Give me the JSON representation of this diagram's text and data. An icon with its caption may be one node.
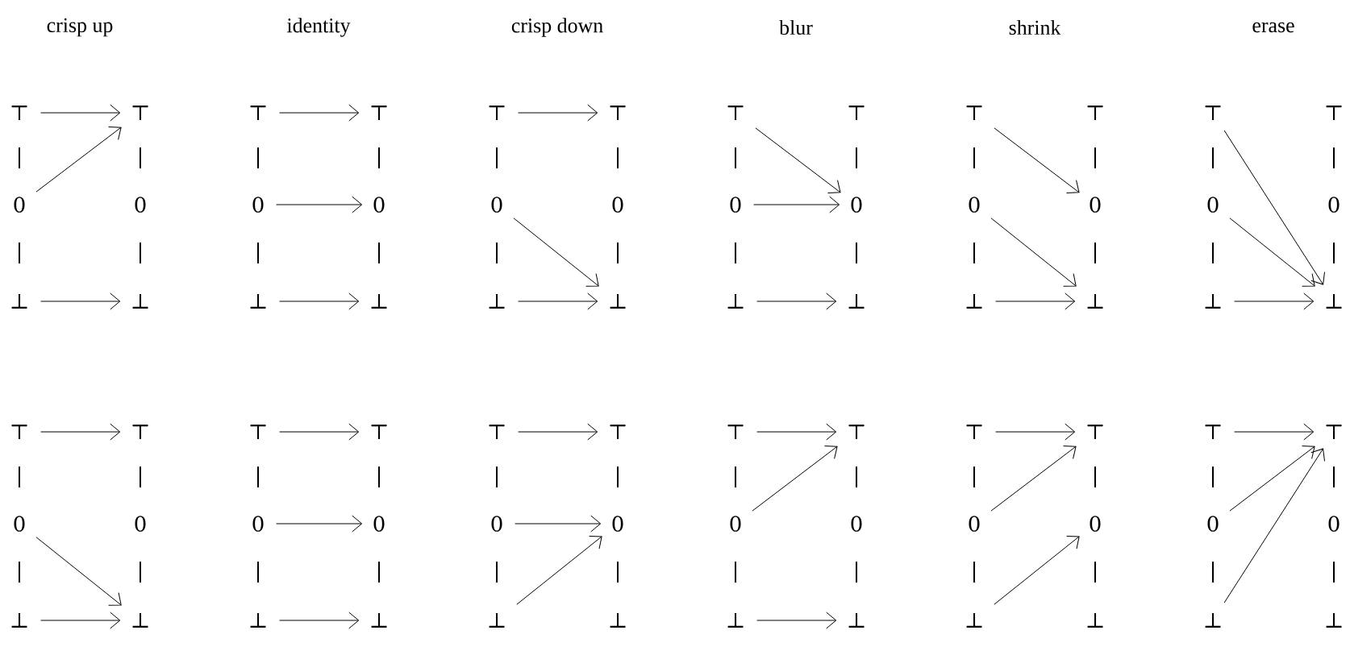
{
  "diagram": {
    "nodes": [
      {
        "text": [
          "⊤"
        ]
      },
      {
        "text": [
          "⊤"
        ]
      },
      {
        "text": [
          "0"
        ]
      },
      {
        "text": [
          "0"
        ]
      },
      {
        "text": [
          "⊥"
        ]
      },
      {
        "text": [
          "⊥"
        ]
      },
      {
        "text": [
          "⊤"
        ]
      },
      {
        "text": [
          "⊤"
        ]
      },
      {
        "text": [
          "0"
        ]
      },
      {
        "text": [
          "0"
        ]
      },
      {
        "text": [
          "⊥"
        ]
      },
      {
        "text": [
          "⊥"
        ]
      },
      {
        "text": [
          "⊤"
        ]
      },
      {
        "text": [
          "⊤"
        ]
      },
      {
        "text": [
          "0"
        ]
      },
      {
        "text": [
          "0"
        ]
      },
      {
        "text": [
          "⊥"
        ]
      },
      {
        "text": [
          "⊥"
        ]
      },
      {
        "text": [
          "⊤"
        ]
      },
      {
        "text": [
          "⊤"
        ]
      },
      {
        "text": [
          "0"
        ]
      },
      {
        "text": [
          "0"
        ]
      },
      {
        "text": [
          "⊥"
        ]
      },
      {
        "text": [
          "⊥"
        ]
      },
      {
        "text": [
          "⊤"
        ]
      },
      {
        "text": [
          "⊤"
        ]
      },
      {
        "text": [
          "0"
        ]
      },
      {
        "text": [
          "0"
        ]
      },
      {
        "text": [
          "⊥"
        ]
      },
      {
        "text": [
          "⊥"
        ]
      },
      {
        "text": [
          "⊤"
        ]
      },
      {
        "text": [
          "⊤"
        ]
      },
      {
        "text": [
          "0"
        ]
      },
      {
        "text": [
          "0"
        ]
      },
      {
        "text": [
          "⊥"
        ]
      },
      {
        "text": [
          "⊥"
        ]
      },
      {
        "text": [
          "⊤"
        ]
      },
      {
        "text": [
          "⊤"
        ]
      },
      {
        "text": [
          "0"
        ]
      },
      {
        "text": [
          "0"
        ]
      },
      {
        "text": [
          "⊥"
        ]
      },
      {
        "text": [
          "⊥"
        ]
      },
      {
        "text": [
          "⊤"
        ]
      },
      {
        "text": [
          "⊤"
        ]
      },
      {
        "text": [
          "0"
        ]
      },
      {
        "text": [
          "0"
        ]
      },
      {
        "text": [
          "⊥"
        ]
      },
      {
        "text": [
          "⊥"
        ]
      },
      {
        "text": [
          "⊤"
        ]
      },
      {
        "text": [
          "⊤"
        ]
      },
      {
        "text": [
          "0"
        ]
      },
      {
        "text": [
          "0"
        ]
      },
      {
        "text": [
          "⊥"
        ]
      },
      {
        "text": [
          "⊥"
        ]
      },
      {
        "text": [
          "⊤"
        ]
      },
      {
        "text": [
          "⊤"
        ]
      },
      {
        "text": [
          "0"
        ]
      },
      {
        "text": [
          "0"
        ]
      },
      {
        "text": [
          "⊥"
        ]
      },
      {
        "text": [
          "⊥"
        ]
      },
      {
        "text": [
          "⊤"
        ]
      },
      {
        "text": [
          "⊤"
        ]
      },
      {
        "text": [
          "0"
        ]
      },
      {
        "text": [
          "0"
        ]
      },
      {
        "text": [
          "⊥"
        ]
      },
      {
        "text": [
          "⊥"
        ]
      },
      {
        "text": [
          "⊤"
        ]
      },
      {
        "text": [
          "⊤"
        ]
      },
      {
        "text": [
          "0"
        ]
      },
      {
        "text": [
          "0"
        ]
      },
      {
        "text": [
          "⊥"
        ]
      },
      {
        "text": [
          "⊥"
        ]
      }
    ],
    "edges": [
      {
        "from": 0,
        "to": 1,
        "arrow": "to"
      },
      {
        "from": 2,
        "to": 1,
        "arrow": "to"
      },
      {
        "from": 4,
        "to": 5,
        "arrow": "to"
      },
      {
        "from": 6,
        "to": 7,
        "arrow": "to"
      },
      {
        "from": 8,
        "to": 9,
        "arrow": "to"
      },
      {
        "from": 10,
        "to": 11,
        "arrow": "to"
      },
      {
        "from": 12,
        "to": 13,
        "arrow": "to"
      },
      {
        "from": 14,
        "to": 17,
        "arrow": "to"
      },
      {
        "from": 16,
        "to": 17,
        "arrow": "to"
      },
      {
        "from": 18,
        "to": 21,
        "arrow": "to"
      },
      {
        "from": 20,
        "to": 21,
        "arrow": "to"
      },
      {
        "from": 22,
        "to": 23,
        "arrow": "to"
      },
      {
        "from": 24,
        "to": 27,
        "arrow": "to"
      },
      {
        "from": 26,
        "to": 29,
        "arrow": "to"
      },
      {
        "from": 28,
        "to": 29,
        "arrow": "to"
      },
      {
        "from": 30,
        "to": 35,
        "arrow": "to"
      },
      {
        "from": 32,
        "to": 35,
        "arrow": "to"
      },
      {
        "from": 34,
        "to": 35,
        "arrow": "to"
      },
      {
        "from": 36,
        "to": 37,
        "arrow": "to"
      },
      {
        "from": 38,
        "to": 41,
        "arrow": "to"
      },
      {
        "from": 40,
        "to": 41,
        "arrow": "to"
      },
      {
        "from": 42,
        "to": 43,
        "arrow": "to"
      },
      {
        "from": 44,
        "to": 45,
        "arrow": "to"
      },
      {
        "from": 46,
        "to": 47,
        "arrow": "to"
      },
      {
        "from": 48,
        "to": 49,
        "arrow": "to"
      },
      {
        "from": 50,
        "to": 51,
        "arrow": "to"
      },
      {
        "from": 52,
        "to": 51,
        "arrow": "to"
      },
      {
        "from": 54,
        "to": 55,
        "arrow": "to"
      },
      {
        "from": 56,
        "to": 55,
        "arrow": "to"
      },
      {
        "from": 58,
        "to": 59,
        "arrow": "to"
      },
      {
        "from": 60,
        "to": 61,
        "arrow": "to"
      },
      {
        "from": 62,
        "to": 61,
        "arrow": "to"
      },
      {
        "from": 64,
        "to": 63,
        "arrow": "to"
      },
      {
        "from": 66,
        "to": 67,
        "arrow": "to"
      },
      {
        "from": 68,
        "to": 67,
        "arrow": "to"
      },
      {
        "from": 70,
        "to": 67,
        "arrow": "to"
      }
    ],
    "labels": [
      "crisp up",
      "identity",
      "crisp down",
      "blur",
      "shrink",
      "erase",
      "|",
      "|",
      "|",
      "|",
      "|",
      "|",
      "|",
      "|",
      "|",
      "|",
      "|",
      "|",
      "|",
      "|",
      "|",
      "|",
      "|",
      "|",
      "|",
      "|",
      "|",
      "|",
      "|",
      "|",
      "|",
      "|",
      "|",
      "|",
      "|",
      "|",
      "|",
      "|",
      "|",
      "|",
      "|",
      "|",
      "|",
      "|",
      "|",
      "|",
      "|",
      "|",
      "|",
      "|",
      "|",
      "|",
      "|",
      "|"
    ]
  }
}
